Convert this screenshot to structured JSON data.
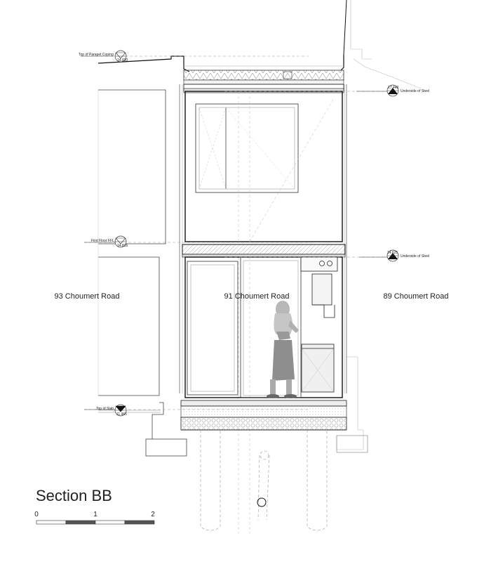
{
  "drawing": {
    "title": "Section BB",
    "scale_labels": [
      "0",
      "1",
      "2"
    ]
  },
  "properties": {
    "left": "93 Choumert Road",
    "center": "91 Choumert Road",
    "right": "89 Choumert Road"
  },
  "levels": {
    "parapet": {
      "label": "Top of Parapet Coping",
      "value": "14.010"
    },
    "first_floor": {
      "label": "First Floor FFL",
      "value": "14.835"
    },
    "slab": {
      "label": "Top of Slab",
      "value": "11.965"
    },
    "steel_upper": {
      "label": "Underside of Steel",
      "value": "17.440"
    },
    "steel_lower": {
      "label": "Underside of Steel",
      "value": "14.625"
    }
  }
}
